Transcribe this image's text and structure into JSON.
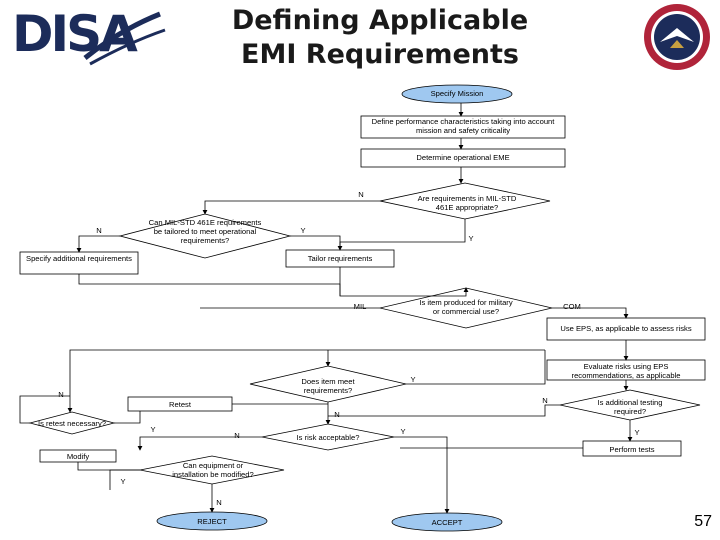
{
  "header": {
    "logo_text": "DISA",
    "title_line1": "Defining Applicable",
    "title_line2": "EMI Requirements",
    "seal_icon": "disa-seal-icon"
  },
  "footer": {
    "page_number": "57"
  },
  "colors": {
    "oval_fill": "#9fc8f0",
    "logo_navy": "#1c2c5a",
    "seal_red": "#b0243a",
    "line": "#000000"
  },
  "diagram": {
    "specify_mission": "Specify Mission",
    "define_performance": "Define performance characteristics taking into account mission and safety criticality",
    "determine_eme": "Determine operational EME",
    "req_in_mil_std": "Are requirements in MIL-STD 461E appropriate?",
    "can_be_tailored": "Can MIL-STD 461E requirements be tailored to meet operational requirements?",
    "specify_additional": "Specify additional requirements",
    "tailor_requirements": "Tailor requirements",
    "item_produced": "Is item produced for military or commercial use?",
    "use_eps": "Use EPS, as applicable to assess risks",
    "evaluate_risks": "Evaluate risks using EPS recommendations, as applicable",
    "item_meet_req": "Does item meet requirements?",
    "retest": "Retest",
    "retest_necessary": "Is retest necessary?",
    "risk_acceptable": "Is risk acceptable?",
    "additional_testing": "Is additional testing required?",
    "perform_tests": "Perform tests",
    "modify": "Modify",
    "can_equipment_modify": "Can equipment or installation be modified?",
    "reject": "REJECT",
    "accept": "ACCEPT",
    "label_n": "N",
    "label_y": "Y",
    "label_mil": "MIL",
    "label_com": "COM"
  }
}
